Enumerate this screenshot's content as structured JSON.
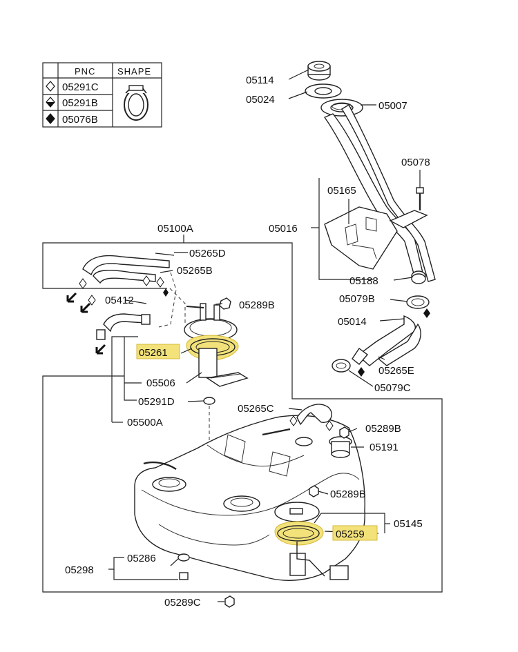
{
  "legend": {
    "headers": {
      "pnc": "PNC",
      "shape": "SHAPE"
    },
    "rows": [
      {
        "symbol": "diamond-outline-icon",
        "pnc": "05291C"
      },
      {
        "symbol": "diamond-half-icon",
        "pnc": "05291B"
      },
      {
        "symbol": "diamond-filled-icon",
        "pnc": "05076B"
      }
    ]
  },
  "labels": {
    "p05114": "05114",
    "p05024": "05024",
    "p05007": "05007",
    "p05078": "05078",
    "p05165": "05165",
    "p05016": "05016",
    "p05188": "05188",
    "p05079B": "05079B",
    "p05014": "05014",
    "p05265E": "05265E",
    "p05079C": "05079C",
    "p05100A": "05100A",
    "p05265D": "05265D",
    "p05265B": "05265B",
    "p05412": "05412",
    "p05289B_1": "05289B",
    "p05261": "05261",
    "p05506": "05506",
    "p05291D": "05291D",
    "p05500A": "05500A",
    "p05265C": "05265C",
    "p05289B_2": "05289B",
    "p05191": "05191",
    "p05289B_3": "05289B",
    "p05145": "05145",
    "p05259": "05259",
    "p05286": "05286",
    "p05298": "05298",
    "p05289C": "05289C"
  },
  "highlights": [
    "05261",
    "05259"
  ],
  "colors": {
    "highlight": "#f3e27a",
    "line": "#222222"
  }
}
